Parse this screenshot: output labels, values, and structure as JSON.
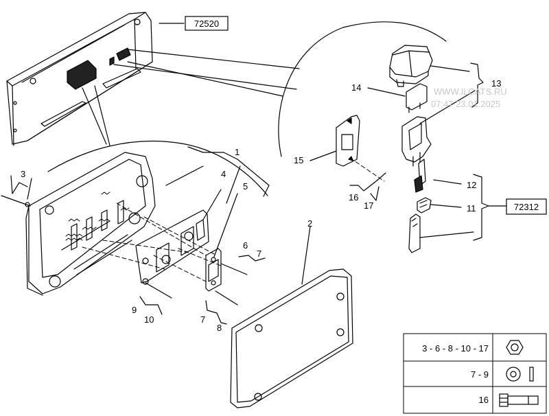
{
  "references": {
    "top_assembly": "72520",
    "right_assembly": "72312"
  },
  "watermark": {
    "site": "WWW.ILCATS.RU",
    "stamp": "07:47 23.01.2025"
  },
  "callouts": {
    "c1": "1",
    "c2": "2",
    "c3": "3",
    "c4": "4",
    "c5": "5",
    "c6": "6",
    "c7a": "7",
    "c7b": "7",
    "c8": "8",
    "c9": "9",
    "c10": "10",
    "c11": "11",
    "c12": "12",
    "c13": "13",
    "c14": "14",
    "c15": "15",
    "c16": "16",
    "c17": "17"
  },
  "legend": {
    "rows": [
      {
        "label": "3 - 6 - 8 - 10 - 17",
        "icon": "hex-nut-icon"
      },
      {
        "label": "7 - 9",
        "icon": "washer-icon"
      },
      {
        "label": "16",
        "icon": "bolt-icon"
      }
    ]
  }
}
